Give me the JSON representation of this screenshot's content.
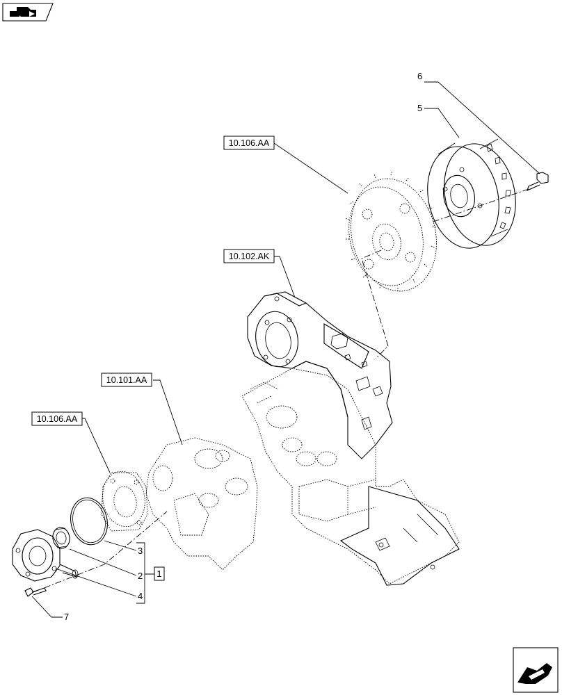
{
  "references": {
    "gear_top": "10.106.AA",
    "housing": "10.102.AK",
    "block": "10.101.AA",
    "cover_left": "10.106.AA"
  },
  "callouts": {
    "item5": "5",
    "item6": "6",
    "item3": "3",
    "item2": "2",
    "item4": "4",
    "item7": "7",
    "kit": "1"
  },
  "icons": {
    "top_left": "previous-page-arrow-icon",
    "bottom_right": "next-page-arrow-icon"
  }
}
